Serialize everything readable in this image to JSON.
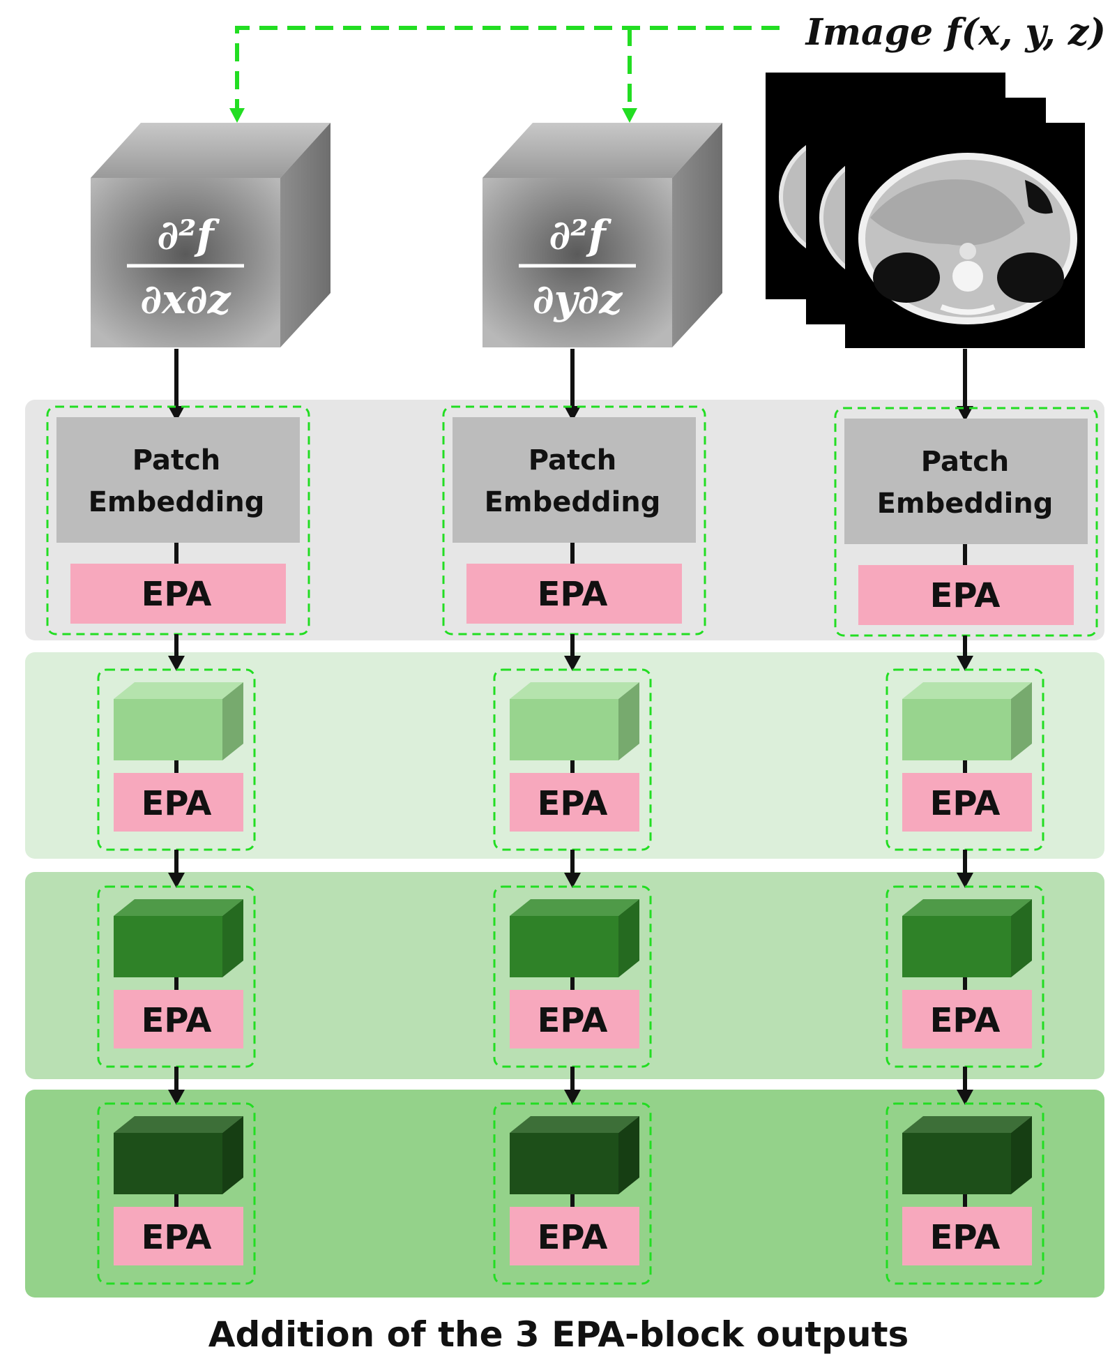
{
  "image_label": "Image f(x, y, z)",
  "columns": [
    {
      "input": {
        "type": "derivative",
        "numerator": "∂²f",
        "denominator": "∂x∂z"
      },
      "patch_embedding": {
        "line1": "Patch",
        "line2": "Embedding"
      },
      "epa": [
        "EPA",
        "EPA",
        "EPA",
        "EPA"
      ]
    },
    {
      "input": {
        "type": "derivative",
        "numerator": "∂²f",
        "denominator": "∂y∂z"
      },
      "patch_embedding": {
        "line1": "Patch",
        "line2": "Embedding"
      },
      "epa": [
        "EPA",
        "EPA",
        "EPA",
        "EPA"
      ]
    },
    {
      "input": {
        "type": "ct-slices"
      },
      "patch_embedding": {
        "line1": "Patch",
        "line2": "Embedding"
      },
      "epa": [
        "EPA",
        "EPA",
        "EPA",
        "EPA"
      ]
    }
  ],
  "footer": "Addition of the 3 EPA-block outputs",
  "colors": {
    "stage1_band": "#e6e6e6",
    "stage2_band": "#dcefda",
    "stage3_band": "#b9e0b3",
    "stage4_band": "#94d28a",
    "dashed_green": "#22dd22",
    "epa_pink": "#f7a8bd",
    "patch_gray": "#bcbcbc",
    "cube_stage2": "#98d48e",
    "cube_stage3": "#2f8228",
    "cube_stage4": "#1d4f19"
  }
}
